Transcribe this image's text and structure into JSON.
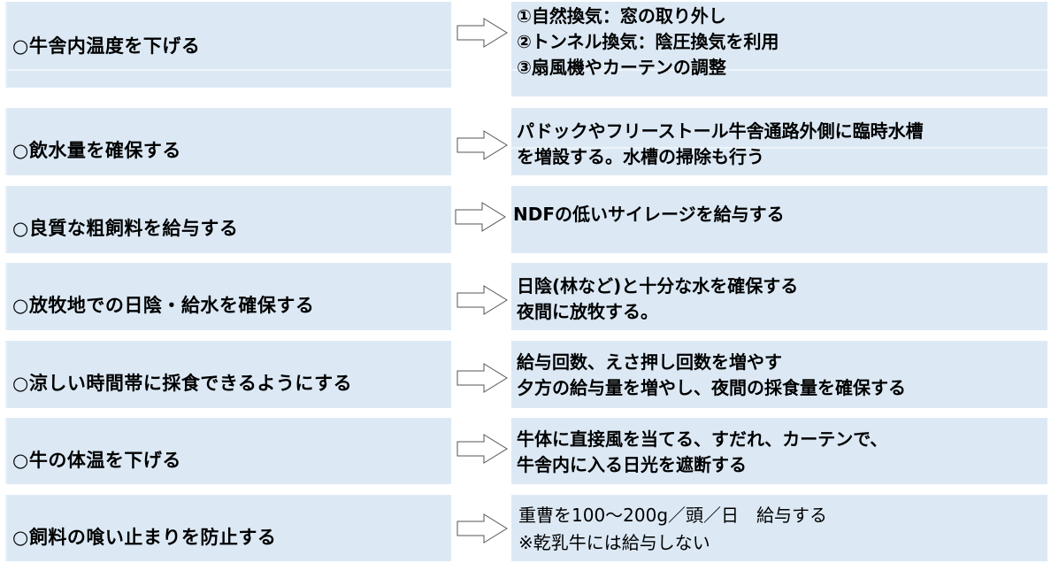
{
  "rows": [
    {
      "measure": "○牛舎内温度を下げる",
      "actions": [
        "①自然換気：窓の取り外し",
        "②トンネル換気：陰圧換気を利用",
        "③扇風機やカーテンの調整"
      ]
    },
    {
      "measure": "○飲水量を確保する",
      "actions": [
        "パドックやフリーストール牛舎通路外側に臨時水槽",
        "を増設する。水槽の掃除も行う"
      ]
    },
    {
      "measure": "○良質な粗飼料を給与する",
      "actions": [
        "NDFの低いサイレージを給与する"
      ]
    },
    {
      "measure": "○放牧地での日陰・給水を確保する",
      "actions": [
        "日陰(林など)と十分な水を確保する",
        "夜間に放牧する。"
      ]
    },
    {
      "measure": "○涼しい時間帯に採食できるようにする",
      "actions": [
        "給与回数、えさ押し回数を増やす",
        "夕方の給与量を増やし、夜間の採食量を確保する"
      ]
    },
    {
      "measure": "○牛の体温を下げる",
      "actions": [
        "牛体に直接風を当てる、すだれ、カーテンで、",
        "牛舎内に入る日光を遮断する"
      ]
    },
    {
      "measure": "○飼料の喰い止まりを防止する",
      "actions": [
        "重曹を100～200g／頭／日　給与する",
        "※乾乳牛には給与しない"
      ]
    }
  ],
  "colors": {
    "box_fill": "#dce9f5",
    "arrow_stroke": "#555555",
    "arrow_fill": "#ffffff"
  }
}
